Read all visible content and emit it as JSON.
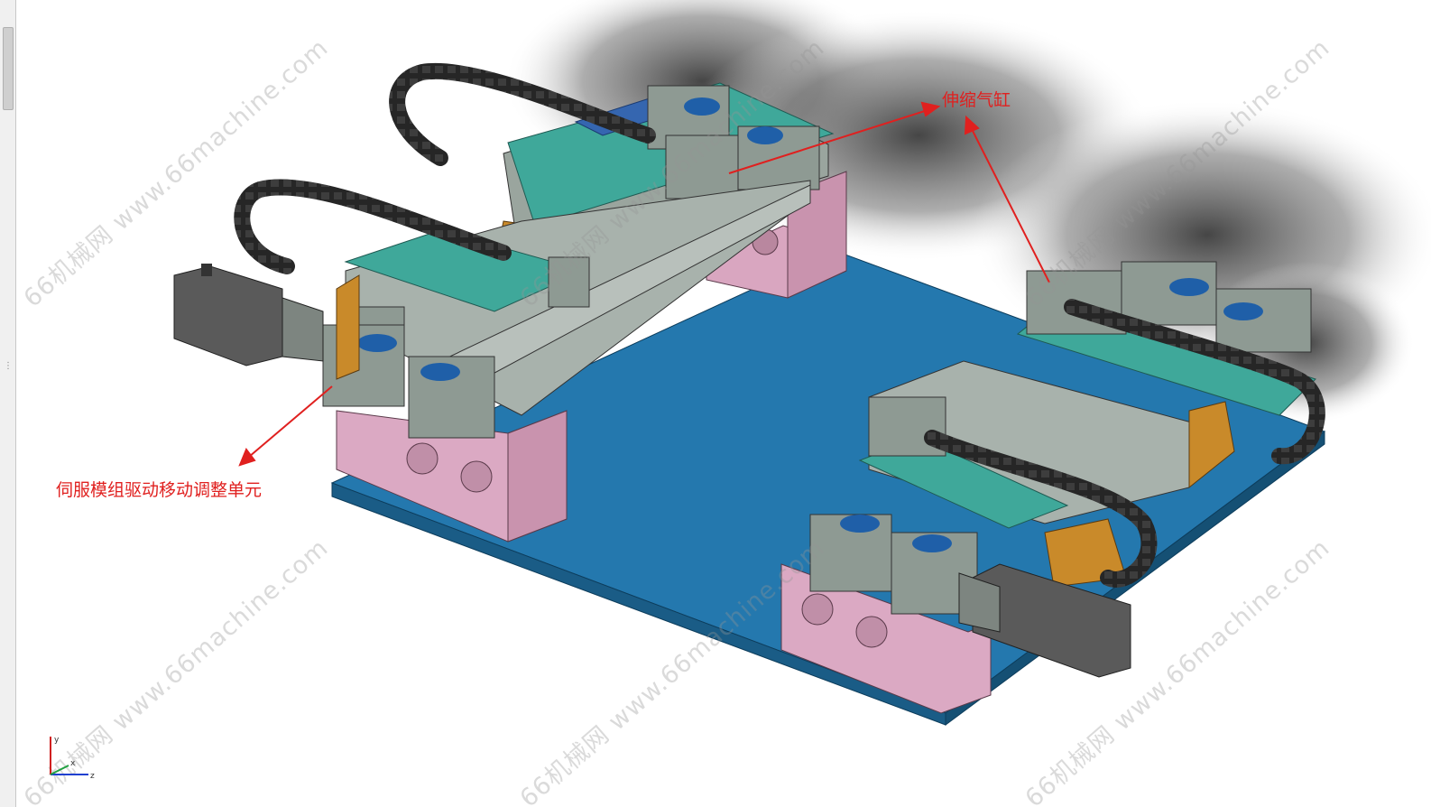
{
  "callouts": {
    "cylinder": "伸缩气缸",
    "servo_unit": "伺服模组驱动移动调整单元"
  },
  "watermark": {
    "text": "66机械网 www.66machine.com"
  },
  "triad": {
    "x": "x",
    "y": "y",
    "z": "z"
  },
  "colors": {
    "base_plate": "#1f73a8",
    "support_block": "#d9a3bf",
    "carriage_plate": "#3fa89a",
    "module_gray": "#8e9a93",
    "motor": "#555555",
    "cable_chain": "#222222",
    "bracket": "#c98a2a",
    "callout": "#e0201f"
  },
  "icons": [
    "scroll-thumb",
    "splitter-grip-icon",
    "coordinate-triad-icon"
  ]
}
